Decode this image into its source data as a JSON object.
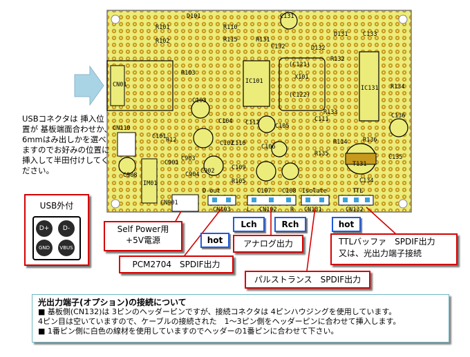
{
  "board_labels": {
    "d101": "D101",
    "r101": "R101",
    "r102": "R102",
    "r110": "R110",
    "r115": "R115",
    "r131": "R131",
    "c131": "C131",
    "c132": "C132",
    "d132": "D132",
    "d131": "D131",
    "c133": "C133",
    "r132": "R132",
    "cn01": "CN01",
    "r103": "R103",
    "ic101": "IC101",
    "c121": "(C121)",
    "x101": "X101",
    "c122": "(C122)",
    "ic131": "IC131",
    "r134": "R134",
    "c103": "C103",
    "c104": "C104",
    "c112": "C112",
    "c105": "C105",
    "r133": "R133",
    "c111": "C111",
    "c136": "C136",
    "cn110": "CN110",
    "c101": "C101",
    "r12": "R12",
    "c102": "C102",
    "c110": "C110",
    "c106": "C106",
    "r135": "R135",
    "r114": "R114",
    "r136": "R136",
    "c109": "C109",
    "c901": "C901",
    "c903": "C903",
    "c902": "C902",
    "c908": "C908",
    "c904": "C904",
    "t131": "T131",
    "c135": "C135",
    "r105": "R105",
    "c134": "C134",
    "im01": "IM01",
    "d_out": "D-out",
    "c107": "C107",
    "c108": "C108",
    "isolate": "Isolate",
    "ttl": "TTL",
    "cn901": "CN901",
    "cn103": "CN103",
    "l": "L",
    "cn102": "CN102",
    "r": "R",
    "cn131": "CN131",
    "cn132": "CN132"
  },
  "usb_note": "USBコネクタは 挿入位置が 基板端面合わせか、6mmはみ出しかを選べますのでお好みの位置に挿入して半田付けしてください。",
  "usb_plug": {
    "title": "USB外付",
    "pins": [
      "D+",
      "D-",
      "GND",
      "VBUS"
    ]
  },
  "callouts": {
    "self_power": "Self Power用\n+5V電源",
    "pcm2704": "PCM2704　SPDIF出力",
    "analog": "アナログ出力",
    "pulse": "パルストランス　SPDIF出力",
    "ttl": "TTLバッファ　SPDIF出力\n又は、光出力端子接続"
  },
  "tags": {
    "hot1": "hot",
    "lch": "Lch",
    "rch": "Rch",
    "hot2": "hot"
  },
  "note": {
    "title": "光出力端子(オプション)の接続について",
    "line1": "■ 基板側(CN132)は 3ピンのヘッダーピンですが、接続コネクタは 4ピンハウジングを使用しています。",
    "line2": "4ピン目は空いていますので、ケーブルの接続された　1～3ピン側をヘッダーピンに合わせて挿入します。",
    "line3": "■ 1番ピン側に白色の線材を使用していますのでヘッダーの1番ピンに合わせて下さい。"
  },
  "colors": {
    "board": "#ecec7a",
    "copper": "#c79a1e",
    "silk": "#000000",
    "callout_border": "#d40000",
    "tag_border": "#1f5bd6",
    "arrow": "#a9d4e6"
  }
}
